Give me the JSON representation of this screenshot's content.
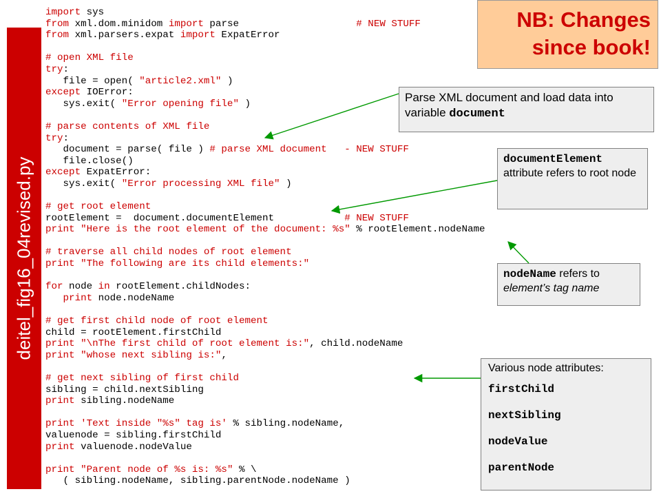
{
  "sidebar": {
    "filename": "deitel_fig16_04revised.py"
  },
  "notice": {
    "line1": "NB: Changes",
    "line2": "since book!"
  },
  "code_lines": [
    [
      {
        "t": "import",
        "k": "kw"
      },
      {
        "t": " sys",
        "k": ""
      }
    ],
    [
      {
        "t": "from",
        "k": "kw"
      },
      {
        "t": " xml.dom.minidom ",
        "k": ""
      },
      {
        "t": "import",
        "k": "kw"
      },
      {
        "t": " parse                    ",
        "k": ""
      },
      {
        "t": "# NEW STUFF",
        "k": "cm"
      }
    ],
    [
      {
        "t": "from",
        "k": "kw"
      },
      {
        "t": " xml.parsers.expat ",
        "k": ""
      },
      {
        "t": "import",
        "k": "kw"
      },
      {
        "t": " ExpatError",
        "k": ""
      }
    ],
    [
      {
        "t": "",
        "k": ""
      }
    ],
    [
      {
        "t": "# open XML file",
        "k": "cm"
      }
    ],
    [
      {
        "t": "try",
        "k": "kw"
      },
      {
        "t": ":",
        "k": ""
      }
    ],
    [
      {
        "t": "   file = open( ",
        "k": ""
      },
      {
        "t": "\"article2.xml\"",
        "k": "str"
      },
      {
        "t": " )",
        "k": ""
      }
    ],
    [
      {
        "t": "except",
        "k": "kw"
      },
      {
        "t": " IOError:",
        "k": ""
      }
    ],
    [
      {
        "t": "   sys.exit( ",
        "k": ""
      },
      {
        "t": "\"Error opening file\"",
        "k": "str"
      },
      {
        "t": " )",
        "k": ""
      }
    ],
    [
      {
        "t": "",
        "k": ""
      }
    ],
    [
      {
        "t": "# parse contents of XML file",
        "k": "cm"
      }
    ],
    [
      {
        "t": "try",
        "k": "kw"
      },
      {
        "t": ":",
        "k": ""
      }
    ],
    [
      {
        "t": "   document = parse( file ) ",
        "k": ""
      },
      {
        "t": "# parse XML document   - NEW STUFF",
        "k": "cm"
      }
    ],
    [
      {
        "t": "   file.close()",
        "k": ""
      }
    ],
    [
      {
        "t": "except",
        "k": "kw"
      },
      {
        "t": " ExpatError:",
        "k": ""
      }
    ],
    [
      {
        "t": "   sys.exit( ",
        "k": ""
      },
      {
        "t": "\"Error processing XML file\"",
        "k": "str"
      },
      {
        "t": " )",
        "k": ""
      }
    ],
    [
      {
        "t": "",
        "k": ""
      }
    ],
    [
      {
        "t": "# get root element",
        "k": "cm"
      }
    ],
    [
      {
        "t": "rootElement =  document.documentElement            ",
        "k": ""
      },
      {
        "t": "# NEW STUFF",
        "k": "cm"
      }
    ],
    [
      {
        "t": "print",
        "k": "kw"
      },
      {
        "t": " ",
        "k": ""
      },
      {
        "t": "\"Here is the root element of the document: %s\"",
        "k": "str"
      },
      {
        "t": " % rootElement.nodeName",
        "k": ""
      }
    ],
    [
      {
        "t": "",
        "k": ""
      }
    ],
    [
      {
        "t": "# traverse all child nodes of root element",
        "k": "cm"
      }
    ],
    [
      {
        "t": "print",
        "k": "kw"
      },
      {
        "t": " ",
        "k": ""
      },
      {
        "t": "\"The following are its child elements:\"",
        "k": "str"
      }
    ],
    [
      {
        "t": "",
        "k": ""
      }
    ],
    [
      {
        "t": "for",
        "k": "kw"
      },
      {
        "t": " node ",
        "k": ""
      },
      {
        "t": "in",
        "k": "kw"
      },
      {
        "t": " rootElement.childNodes:",
        "k": ""
      }
    ],
    [
      {
        "t": "   ",
        "k": ""
      },
      {
        "t": "print",
        "k": "kw"
      },
      {
        "t": " node.nodeName",
        "k": ""
      }
    ],
    [
      {
        "t": "",
        "k": ""
      }
    ],
    [
      {
        "t": "# get first child node of root element",
        "k": "cm"
      }
    ],
    [
      {
        "t": "child = rootElement.firstChild",
        "k": ""
      }
    ],
    [
      {
        "t": "print",
        "k": "kw"
      },
      {
        "t": " ",
        "k": ""
      },
      {
        "t": "\"\\nThe first child of root element is:\"",
        "k": "str"
      },
      {
        "t": ", child.nodeName",
        "k": ""
      }
    ],
    [
      {
        "t": "print",
        "k": "kw"
      },
      {
        "t": " ",
        "k": ""
      },
      {
        "t": "\"whose next sibling is:\"",
        "k": "str"
      },
      {
        "t": ",",
        "k": ""
      }
    ],
    [
      {
        "t": "",
        "k": ""
      }
    ],
    [
      {
        "t": "# get next sibling of first child",
        "k": "cm"
      }
    ],
    [
      {
        "t": "sibling = child.nextSibling",
        "k": ""
      }
    ],
    [
      {
        "t": "print",
        "k": "kw"
      },
      {
        "t": " sibling.nodeName",
        "k": ""
      }
    ],
    [
      {
        "t": "",
        "k": ""
      }
    ],
    [
      {
        "t": "print",
        "k": "kw"
      },
      {
        "t": " ",
        "k": ""
      },
      {
        "t": "'Text inside \"%s\" tag is'",
        "k": "str"
      },
      {
        "t": " % sibling.nodeName,",
        "k": ""
      }
    ],
    [
      {
        "t": "valuenode = sibling.firstChild",
        "k": ""
      }
    ],
    [
      {
        "t": "print",
        "k": "kw"
      },
      {
        "t": " valuenode.nodeValue",
        "k": ""
      }
    ],
    [
      {
        "t": "",
        "k": ""
      }
    ],
    [
      {
        "t": "print",
        "k": "kw"
      },
      {
        "t": " ",
        "k": ""
      },
      {
        "t": "\"Parent node of %s is: %s\"",
        "k": "str"
      },
      {
        "t": " % \\",
        "k": ""
      }
    ],
    [
      {
        "t": "   ( sibling.nodeName, sibling.parentNode.nodeName )",
        "k": ""
      }
    ]
  ],
  "callouts": {
    "parse": {
      "text": "Parse XML document and load data into variable ",
      "code": "document"
    },
    "docelem": {
      "code": "documentElement",
      "text": "attribute refers to root node"
    },
    "nodename": {
      "code": "nodeName",
      "text1": " refers to ",
      "text2": "element’s tag name"
    },
    "attrs": {
      "title": "Various node attributes:",
      "items": [
        "firstChild",
        "nextSibling",
        "nodeValue",
        "parentNode"
      ]
    }
  },
  "colors": {
    "sidebar": "#cc0000",
    "keyword": "#cc0000",
    "arrow": "#009900",
    "notice_bg": "#ffcc99",
    "callout_bg": "#eeeeee"
  }
}
